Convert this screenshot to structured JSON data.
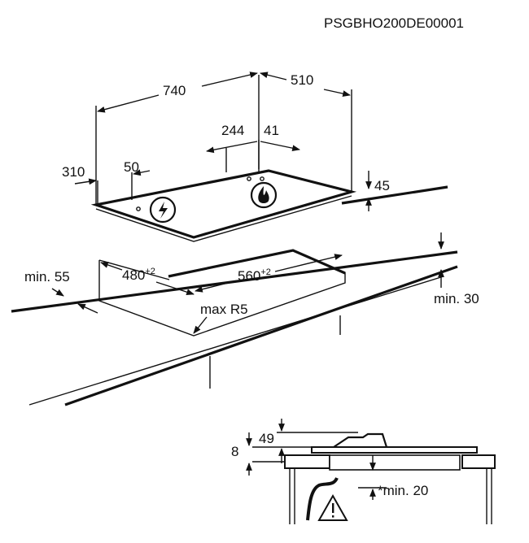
{
  "code": "PSGBHO200DE00001",
  "dims": {
    "d740": "740",
    "d510": "510",
    "d244": "244",
    "d41": "41",
    "d310": "310",
    "d50": "50",
    "d45": "45",
    "min55": "min. 55",
    "cut480": "480",
    "cut480_tol": "+2",
    "cut560": "560",
    "cut560_tol": "+2",
    "maxR5": "max R5",
    "min30": "min. 30",
    "d49": "49",
    "d8": "8",
    "min20": "*min. 20"
  },
  "icons": [
    "electric-connection-icon",
    "gas-flame-icon",
    "warning-triangle-icon"
  ]
}
